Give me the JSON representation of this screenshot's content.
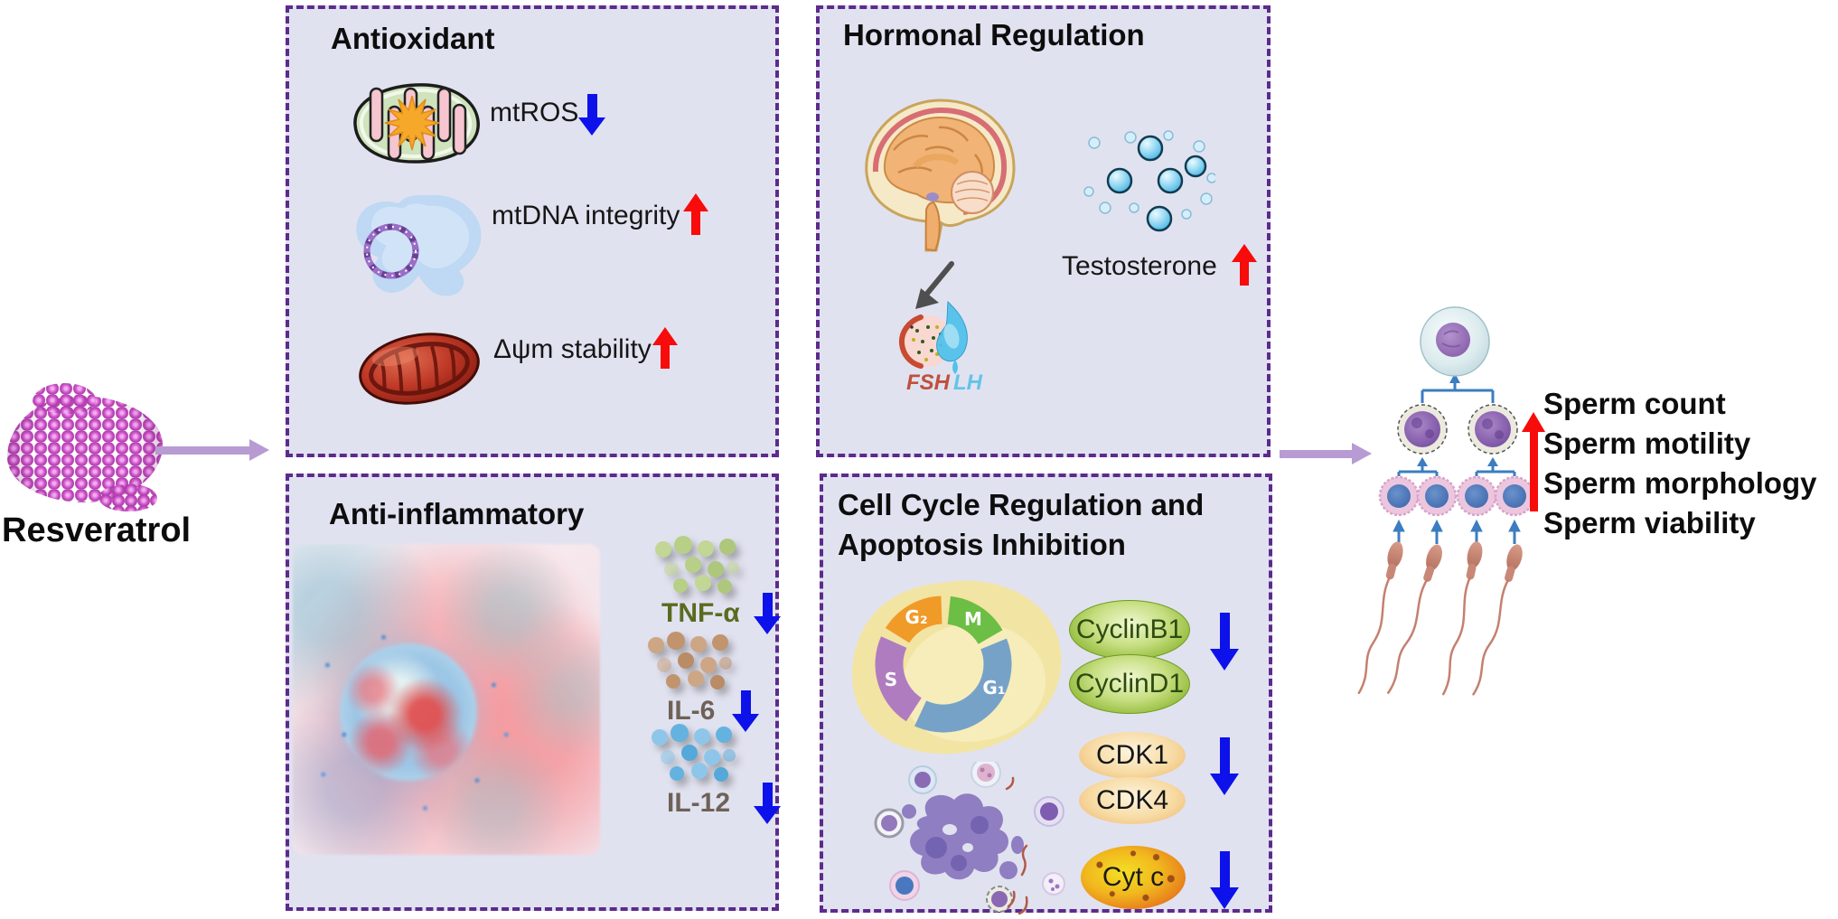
{
  "figure": {
    "molecule_label": "Resveratrol",
    "panels": {
      "antioxidant": {
        "title": "Antioxidant",
        "items": [
          {
            "label": "mtROS",
            "change": "decrease"
          },
          {
            "label": "mtDNA integrity",
            "change": "increase"
          },
          {
            "label": "Δψm stability",
            "change": "increase"
          }
        ]
      },
      "hormonal": {
        "title": "Hormonal Regulation",
        "gland_labels": {
          "fsh": "FSH",
          "lh": "LH"
        },
        "items": [
          {
            "label": "Testosterone",
            "change": "increase"
          }
        ]
      },
      "anti_inflammatory": {
        "title": "Anti-inflammatory",
        "items": [
          {
            "label": "TNF-α",
            "change": "decrease"
          },
          {
            "label": "IL-6",
            "change": "decrease"
          },
          {
            "label": "IL-12",
            "change": "decrease"
          }
        ]
      },
      "cell_cycle": {
        "title_line1": "Cell Cycle Regulation and",
        "title_line2": "Apoptosis Inhibition",
        "phase_labels": {
          "g2": "G₂",
          "m": "M",
          "s": "S",
          "g1": "G₁"
        },
        "items": [
          {
            "label": "CyclinB1",
            "change": "decrease"
          },
          {
            "label": "CyclinD1",
            "change": "decrease"
          },
          {
            "label": "CDK1",
            "change": "decrease"
          },
          {
            "label": "CDK4",
            "change": "decrease"
          },
          {
            "label": "Cyt c",
            "change": "decrease"
          }
        ]
      }
    },
    "outcomes": {
      "lines": [
        "Sperm count",
        "Sperm motility",
        "Sperm morphology",
        "Sperm viability"
      ],
      "change": "increase"
    },
    "colors": {
      "panel_background": "#e1e2f0",
      "panel_border": "#5c2b8c",
      "increase_arrow": "#f80b0b",
      "decrease_arrow": "#0d12ea",
      "flow_arrow": "#b79bd2",
      "tnf_label": "#5a6b1f",
      "interleukin_label": "#6e6257",
      "fsh_label": "#c0503c",
      "lh_label": "#62c4e8",
      "tree_connector": "#3b7dc0"
    }
  }
}
